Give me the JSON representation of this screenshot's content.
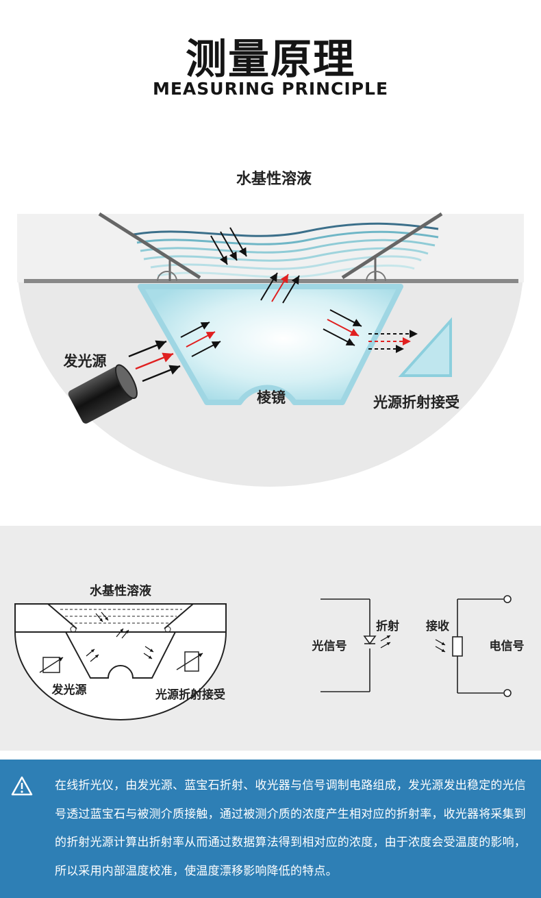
{
  "header": {
    "title": "测量原理",
    "subtitle": "MEASURING PRINCIPLE"
  },
  "diagram_main": {
    "solution_label": "水基性溶液",
    "source_label": "发光源",
    "prism_label": "棱镜",
    "receiver_label": "光源折射接受"
  },
  "diagram_schematic": {
    "solution_label": "水基性溶液",
    "source_label": "发光源",
    "receiver_label": "光源折射接受",
    "refraction_label": "折射",
    "receive_label": "接收",
    "optical_signal_label": "光信号",
    "electrical_signal_label": "电信号"
  },
  "info": {
    "icon": "warning-icon",
    "text": "在线折光仪，由发光源、蓝宝石折射、收光器与信号调制电路组成，发光源发出稳定的光信号透过蓝宝石与被测介质接触，通过被测介质的浓度产生相对应的折射率，收光器将采集到的折射光源计算出折射率从而通过数据算法得到相对应的浓度，由于浓度会受温度的影响，所以采用内部温度校准，使温度漂移影响降低的特点。"
  },
  "colors": {
    "accent_blue": "#2e7fb5",
    "prism_cyan": "#a9dde8",
    "ray_red": "#e02020",
    "panel_gray": "#ececec"
  }
}
